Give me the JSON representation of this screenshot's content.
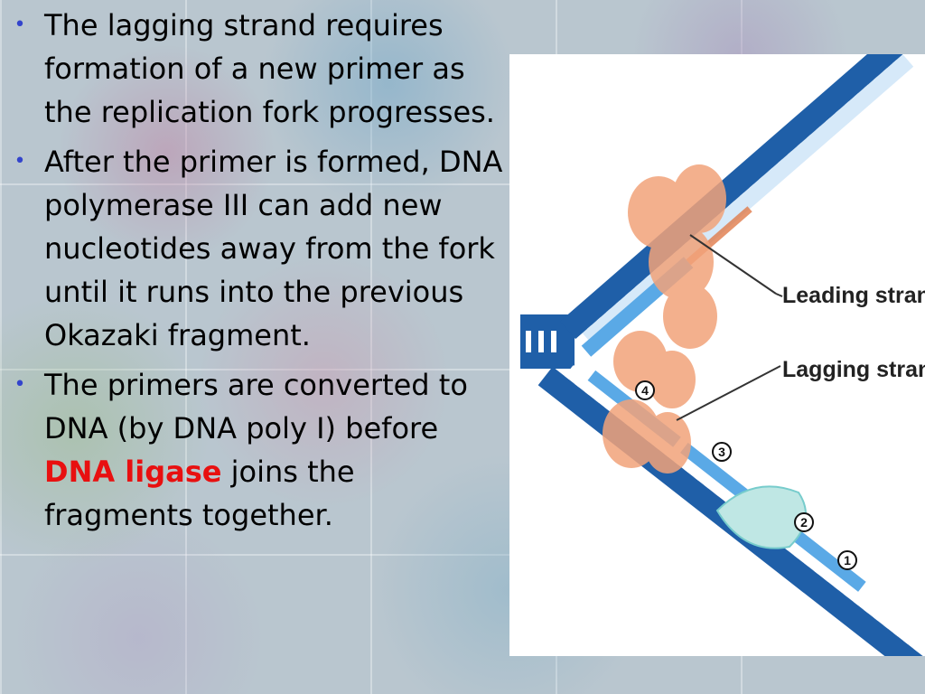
{
  "bullets": [
    {
      "text": "The lagging strand requires formation of a new primer as the replication fork progresses."
    },
    {
      "text": "After the primer is formed, DNA polymerase III can add new nucleotides away from the fork until it runs into the previous Okazaki fragment."
    },
    {
      "text_before": "The primers are converted to DNA (by DNA poly I) before ",
      "highlight": "DNA ligase",
      "text_after": " joins the fragments together."
    }
  ],
  "figure": {
    "label_leading": "Leading strand",
    "label_lagging": "Lagging strand",
    "fragment_numbers": [
      "4",
      "3",
      "2",
      "1"
    ]
  },
  "colors": {
    "bullet": "#3344cc",
    "highlight": "#e81010",
    "dna_dark": "#1f5fa8",
    "dna_light": "#5aa9e6",
    "protein": "#f2a37a"
  }
}
